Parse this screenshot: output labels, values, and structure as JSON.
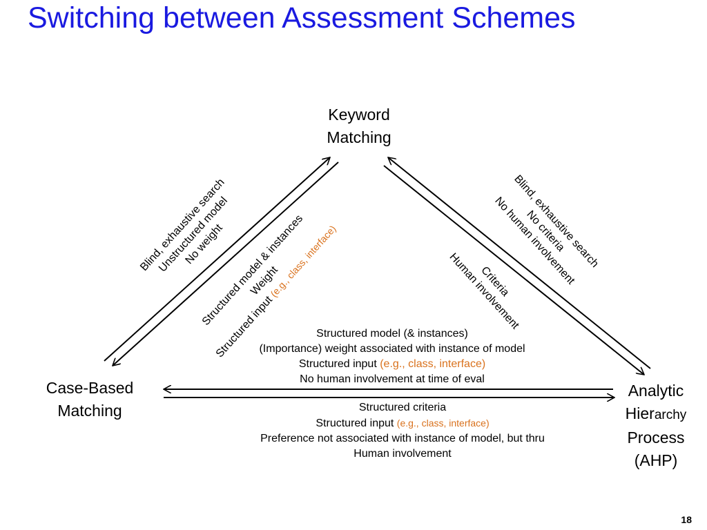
{
  "slide": {
    "title": "Switching between Assessment Schemes",
    "page_number": "18",
    "title_color": "#1a1ae0",
    "highlight_color": "#d9711c"
  },
  "nodes": {
    "keyword_matching": [
      "Keyword",
      "Matching"
    ],
    "case_based_matching": [
      "Case-Based",
      "Matching"
    ],
    "ahp": {
      "line1": "Analytic",
      "line2_main": "Hier",
      "line2_small": "archy",
      "line3": "Process",
      "line4": "(AHP)"
    }
  },
  "edges": {
    "kw_to_cbm": [
      "Blind, exhaustive search",
      "Unstructured model",
      "No weight"
    ],
    "cbm_to_kw": {
      "line1": "Structured model & instances",
      "line2": "Weight",
      "line3_prefix": "Structured input ",
      "line3_highlight": "(e.g., class, interface)"
    },
    "kw_to_ahp": [
      "Blind, exhaustive search",
      "No criteria",
      "No human involvement"
    ],
    "ahp_to_kw": [
      "Criteria",
      "Human involvement"
    ],
    "ahp_to_cbm": {
      "line1": "Structured model (& instances)",
      "line2": "(Importance) weight associated with instance of model",
      "line3_prefix": "Structured input ",
      "line3_highlight": "(e.g., class, interface)",
      "line4": "No human involvement at time of eval"
    },
    "cbm_to_ahp": {
      "line1": "Structured criteria",
      "line2_prefix": "Structured input ",
      "line2_highlight": "(e.g., class, interface)",
      "line3": "Preference not associated with instance of model, but thru",
      "line4": "Human involvement"
    }
  }
}
